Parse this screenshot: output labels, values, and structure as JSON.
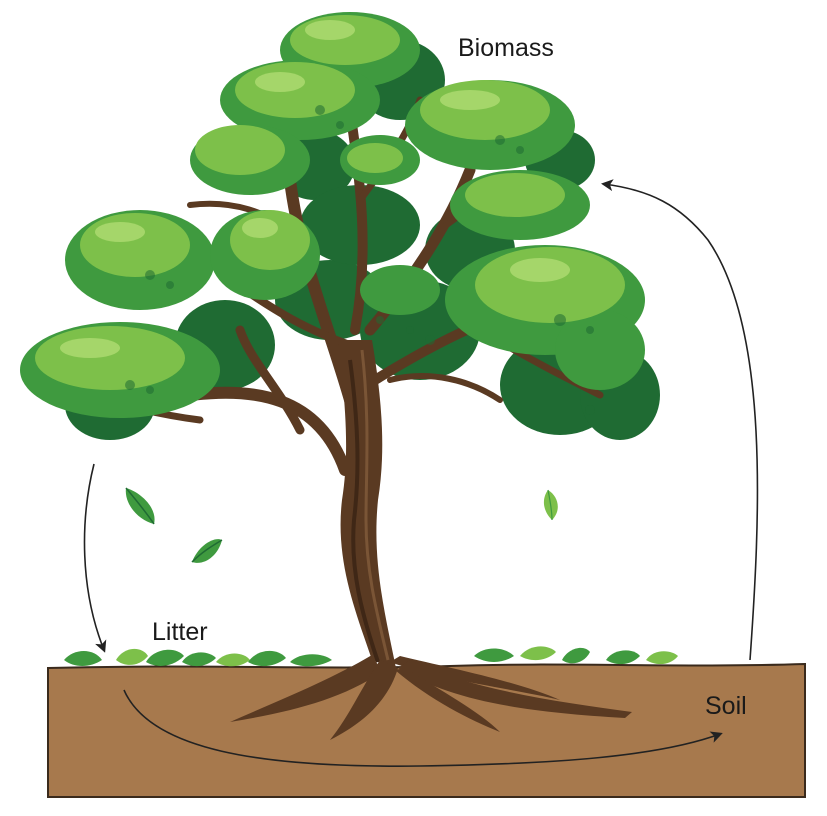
{
  "labels": {
    "biomass": "Biomass",
    "litter": "Litter",
    "soil": "Soil"
  },
  "colors": {
    "soil": "#a7794d",
    "soil_edge": "#3a2a1c",
    "trunk": "#5a3a22",
    "trunk_dark": "#3f2716",
    "trunk_light": "#7a5536",
    "leaf_dark": "#1f6b33",
    "leaf_mid": "#3f9a3f",
    "leaf_light": "#7dc04a",
    "leaf_highlight": "#a5d66a",
    "arrow": "#222222"
  },
  "icons": [
    "tree-illustration",
    "falling-leaf-icon",
    "litter-leaf-icon",
    "cycle-arrow"
  ]
}
